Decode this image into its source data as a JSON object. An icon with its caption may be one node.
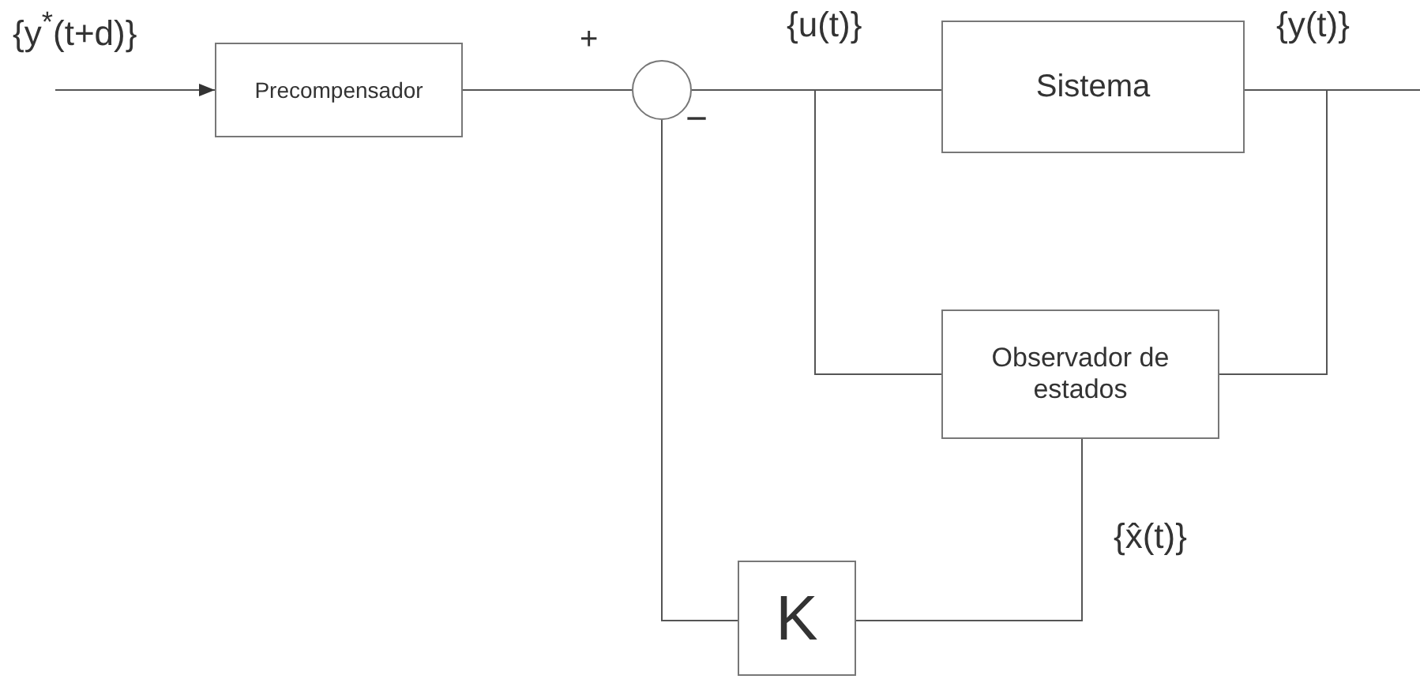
{
  "diagram": {
    "nodes": [
      {
        "text": [
          "Precompensador"
        ]
      },
      {
        "text": [],
        "shape": "circle"
      },
      {
        "text": [
          "Sistema"
        ]
      },
      {
        "text": [
          "Observador de estados"
        ]
      },
      {
        "text": [
          "K"
        ]
      }
    ],
    "edges": [
      {
        "from": null,
        "to": 0,
        "arrow": "to"
      },
      {
        "from": 0,
        "to": 1,
        "arrow": "none"
      },
      {
        "from": 1,
        "to": 2,
        "arrow": "none"
      },
      {
        "from": 1,
        "to": 3,
        "arrow": "none"
      },
      {
        "from": 2,
        "to": null,
        "arrow": "none"
      },
      {
        "from": 2,
        "to": 3,
        "arrow": "none"
      },
      {
        "from": 3,
        "to": 4,
        "arrow": "none"
      },
      {
        "from": 4,
        "to": 1,
        "arrow": "none"
      }
    ],
    "labels": [
      "{y$^{*}$(t+d)}",
      "+",
      "{u(t)}",
      "{y(t)}",
      "−",
      "{x̂(t)}"
    ]
  }
}
